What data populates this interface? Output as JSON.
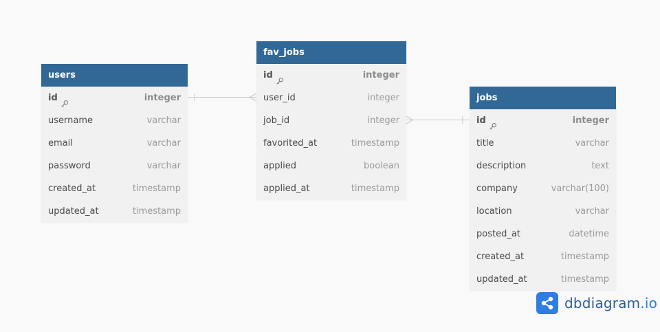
{
  "tables": {
    "users": {
      "name": "users",
      "fields": [
        {
          "name": "id",
          "type": "integer",
          "pk": true
        },
        {
          "name": "username",
          "type": "varchar"
        },
        {
          "name": "email",
          "type": "varchar"
        },
        {
          "name": "password",
          "type": "varchar"
        },
        {
          "name": "created_at",
          "type": "timestamp"
        },
        {
          "name": "updated_at",
          "type": "timestamp"
        }
      ]
    },
    "fav_jobs": {
      "name": "fav_jobs",
      "fields": [
        {
          "name": "id",
          "type": "integer",
          "pk": true
        },
        {
          "name": "user_id",
          "type": "integer"
        },
        {
          "name": "job_id",
          "type": "integer"
        },
        {
          "name": "favorited_at",
          "type": "timestamp"
        },
        {
          "name": "applied",
          "type": "boolean"
        },
        {
          "name": "applied_at",
          "type": "timestamp"
        }
      ]
    },
    "jobs": {
      "name": "jobs",
      "fields": [
        {
          "name": "id",
          "type": "integer",
          "pk": true
        },
        {
          "name": "title",
          "type": "varchar"
        },
        {
          "name": "description",
          "type": "text"
        },
        {
          "name": "company",
          "type": "varchar(100)"
        },
        {
          "name": "location",
          "type": "varchar"
        },
        {
          "name": "posted_at",
          "type": "datetime"
        },
        {
          "name": "created_at",
          "type": "timestamp"
        },
        {
          "name": "updated_at",
          "type": "timestamp"
        }
      ]
    }
  },
  "relations": [
    {
      "from": "users.id",
      "to": "fav_jobs.user_id",
      "type": "one-to-many"
    },
    {
      "from": "fav_jobs.job_id",
      "to": "jobs.id",
      "type": "many-to-one"
    }
  ],
  "brand": {
    "name": "dbdiagram",
    "tld": ".io",
    "logo_icon": "share-nodes-icon",
    "color": "#2f7de1"
  },
  "colors": {
    "header": "#316896",
    "background": "#f9f9f9",
    "table_body": "#f1f1f1",
    "connector": "#c8c8c8"
  }
}
